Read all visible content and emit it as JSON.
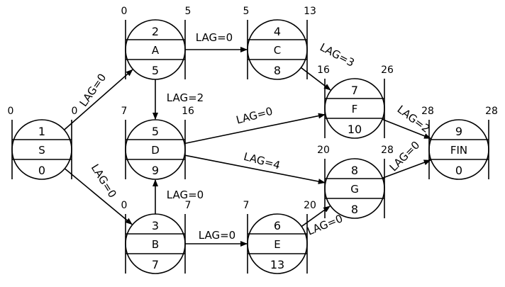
{
  "nodes": [
    {
      "id": "n1",
      "number": "1",
      "name": "S",
      "duration": "0",
      "es": "0",
      "ef": "0"
    },
    {
      "id": "n2",
      "number": "2",
      "name": "A",
      "duration": "5",
      "es": "0",
      "ef": "5"
    },
    {
      "id": "n3",
      "number": "3",
      "name": "B",
      "duration": "7",
      "es": "0",
      "ef": "7"
    },
    {
      "id": "n4",
      "number": "4",
      "name": "C",
      "duration": "8",
      "es": "5",
      "ef": "13"
    },
    {
      "id": "n5",
      "number": "5",
      "name": "D",
      "duration": "9",
      "es": "7",
      "ef": "16"
    },
    {
      "id": "n6",
      "number": "6",
      "name": "E",
      "duration": "13",
      "es": "7",
      "ef": "20"
    },
    {
      "id": "n7",
      "number": "7",
      "name": "F",
      "duration": "10",
      "es": "16",
      "ef": "26"
    },
    {
      "id": "n8",
      "number": "8",
      "name": "G",
      "duration": "8",
      "es": "20",
      "ef": "28"
    },
    {
      "id": "n9",
      "number": "9",
      "name": "FIN",
      "duration": "0",
      "es": "28",
      "ef": "28"
    }
  ],
  "edges": [
    {
      "from": "n1",
      "to": "n2",
      "label": "LAG=0"
    },
    {
      "from": "n1",
      "to": "n3",
      "label": "LAG=0"
    },
    {
      "from": "n2",
      "to": "n4",
      "label": "LAG=0"
    },
    {
      "from": "n2",
      "to": "n5",
      "label": "LAG=2"
    },
    {
      "from": "n3",
      "to": "n5",
      "label": "LAG=0"
    },
    {
      "from": "n3",
      "to": "n6",
      "label": "LAG=0"
    },
    {
      "from": "n4",
      "to": "n7",
      "label": "LAG=3"
    },
    {
      "from": "n5",
      "to": "n7",
      "label": "LAG=0"
    },
    {
      "from": "n5",
      "to": "n8",
      "label": "LAG=4"
    },
    {
      "from": "n6",
      "to": "n8",
      "label": "LAG=0"
    },
    {
      "from": "n7",
      "to": "n9",
      "label": "LAG=2"
    },
    {
      "from": "n8",
      "to": "n9",
      "label": "LAG=0"
    }
  ]
}
